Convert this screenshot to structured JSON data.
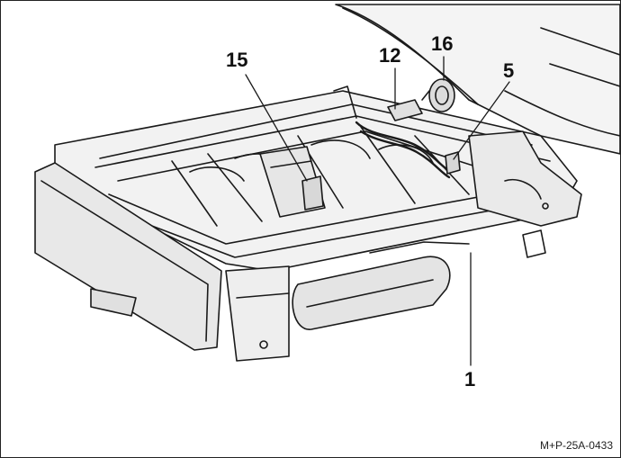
{
  "callouts": {
    "c1": "1",
    "c5": "5",
    "c12": "12",
    "c15": "15",
    "c16": "16"
  },
  "figure_code": "M+P-25A-0433"
}
